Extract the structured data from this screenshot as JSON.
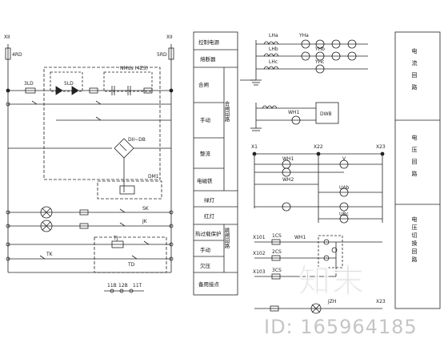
{
  "left": {
    "terminals": {
      "top_left": "XII",
      "top_right": "XII",
      "fuse_left": "4RD",
      "fuse_right": "5RD"
    },
    "component_labels": [
      "3LD",
      "5LD",
      "NMds (4ZS)",
      "DII~DB",
      "DM1",
      "TK",
      "SK",
      "JK",
      "TJ",
      "TD"
    ],
    "bottom_labels": [
      "11B",
      "12B",
      "11T"
    ]
  },
  "middle_table": {
    "rows": [
      {
        "label": "控制电源",
        "group": ""
      },
      {
        "label": "熔断器",
        "group": ""
      },
      {
        "label": "合闸",
        "group": ""
      },
      {
        "label": "手动",
        "group": "合闸回路"
      },
      {
        "label": "整流",
        "group": ""
      },
      {
        "label": "电磁铁",
        "group": ""
      },
      {
        "label": "绿灯",
        "group": ""
      },
      {
        "label": "红灯",
        "group": ""
      },
      {
        "label": "热过载保护",
        "group": "跳闸回路"
      },
      {
        "label": "手动",
        "group": ""
      },
      {
        "label": "欠压",
        "group": ""
      },
      {
        "label": "备用接点",
        "group": ""
      }
    ]
  },
  "right_top": {
    "labels": [
      "LHa",
      "LHb",
      "LHc",
      "YHa",
      "YHb",
      "YHc",
      "DWB",
      "WH1"
    ]
  },
  "right_mid": {
    "labels": [
      "X1",
      "X22",
      "X23",
      "WH1",
      "WH2",
      "V",
      "UAb",
      "UBc"
    ]
  },
  "right_bot": {
    "labels": [
      "X101",
      "X102",
      "X103",
      "1CS",
      "2CS",
      "3CS",
      "WH1",
      "JZH",
      "X23"
    ]
  },
  "right_table": {
    "rows": [
      "电流回路",
      "电压回路",
      "电压切换回路"
    ]
  },
  "watermark": {
    "logo": "知末",
    "id": "ID: 165964185"
  }
}
